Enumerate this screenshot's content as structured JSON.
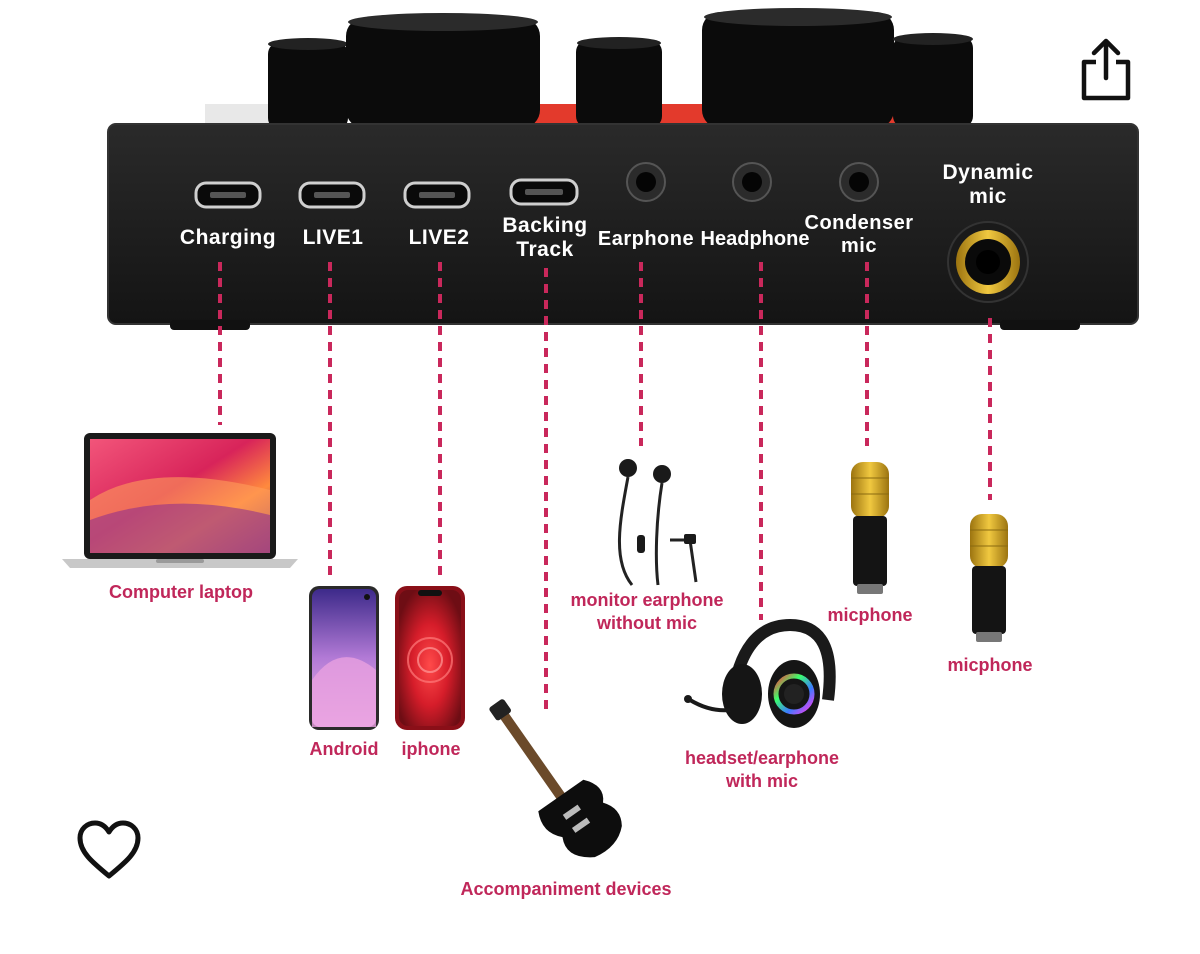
{
  "theme": {
    "device_body": "#1b1b1b",
    "knob": "#0b0b0b",
    "accent_red": "#e33a2c",
    "connector_dash": "#c9285b",
    "label_color": "#c0275a",
    "gold": "#d9a919"
  },
  "toolbar": {
    "share_icon": "share-icon",
    "favorite_icon": "heart-outline-icon"
  },
  "ports": [
    {
      "id": "charging",
      "label": "Charging"
    },
    {
      "id": "live1",
      "label": "LIVE1"
    },
    {
      "id": "live2",
      "label": "LIVE2"
    },
    {
      "id": "backing-track",
      "label": "Backing\nTrack"
    },
    {
      "id": "earphone",
      "label": "Earphone"
    },
    {
      "id": "headphone",
      "label": "Headphone"
    },
    {
      "id": "condenser-mic",
      "label": "Condenser\nmic"
    },
    {
      "id": "dynamic-mic",
      "label": "Dynamic\nmic"
    }
  ],
  "devices": {
    "laptop": "Computer laptop",
    "android": "Android",
    "iphone": "iphone",
    "earphone": "monitor earphone\nwithout mic",
    "headset": "headset/earphone\nwith mic",
    "mic1": "micphone",
    "mic2": "micphone",
    "guitar": "Accompaniment devices"
  }
}
